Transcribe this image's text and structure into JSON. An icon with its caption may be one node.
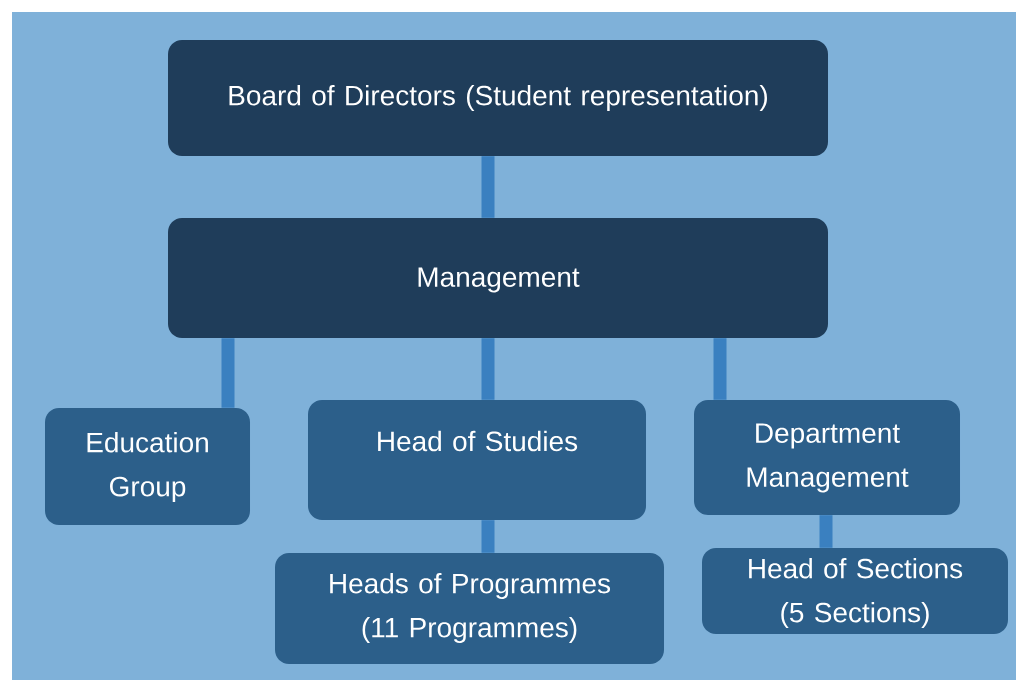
{
  "diagram": {
    "nodes": [
      {
        "text": [
          "Board of Directors (Student representation)"
        ]
      },
      {
        "text": [
          "Management"
        ]
      },
      {
        "text": [
          "Education Group"
        ]
      },
      {
        "text": [
          "Head of Studies"
        ]
      },
      {
        "text": [
          "Department Management"
        ]
      },
      {
        "text": [
          "Heads of Programmes (11 Programmes)"
        ]
      },
      {
        "text": [
          "Head of Sections (5 Sections)"
        ]
      }
    ],
    "edges": [
      {
        "from": 0,
        "to": 1,
        "arrow": "none"
      },
      {
        "from": 1,
        "to": 2,
        "arrow": "none"
      },
      {
        "from": 1,
        "to": 3,
        "arrow": "none"
      },
      {
        "from": 1,
        "to": 4,
        "arrow": "none"
      },
      {
        "from": 3,
        "to": 5,
        "arrow": "none"
      },
      {
        "from": 4,
        "to": 6,
        "arrow": "none"
      }
    ]
  }
}
